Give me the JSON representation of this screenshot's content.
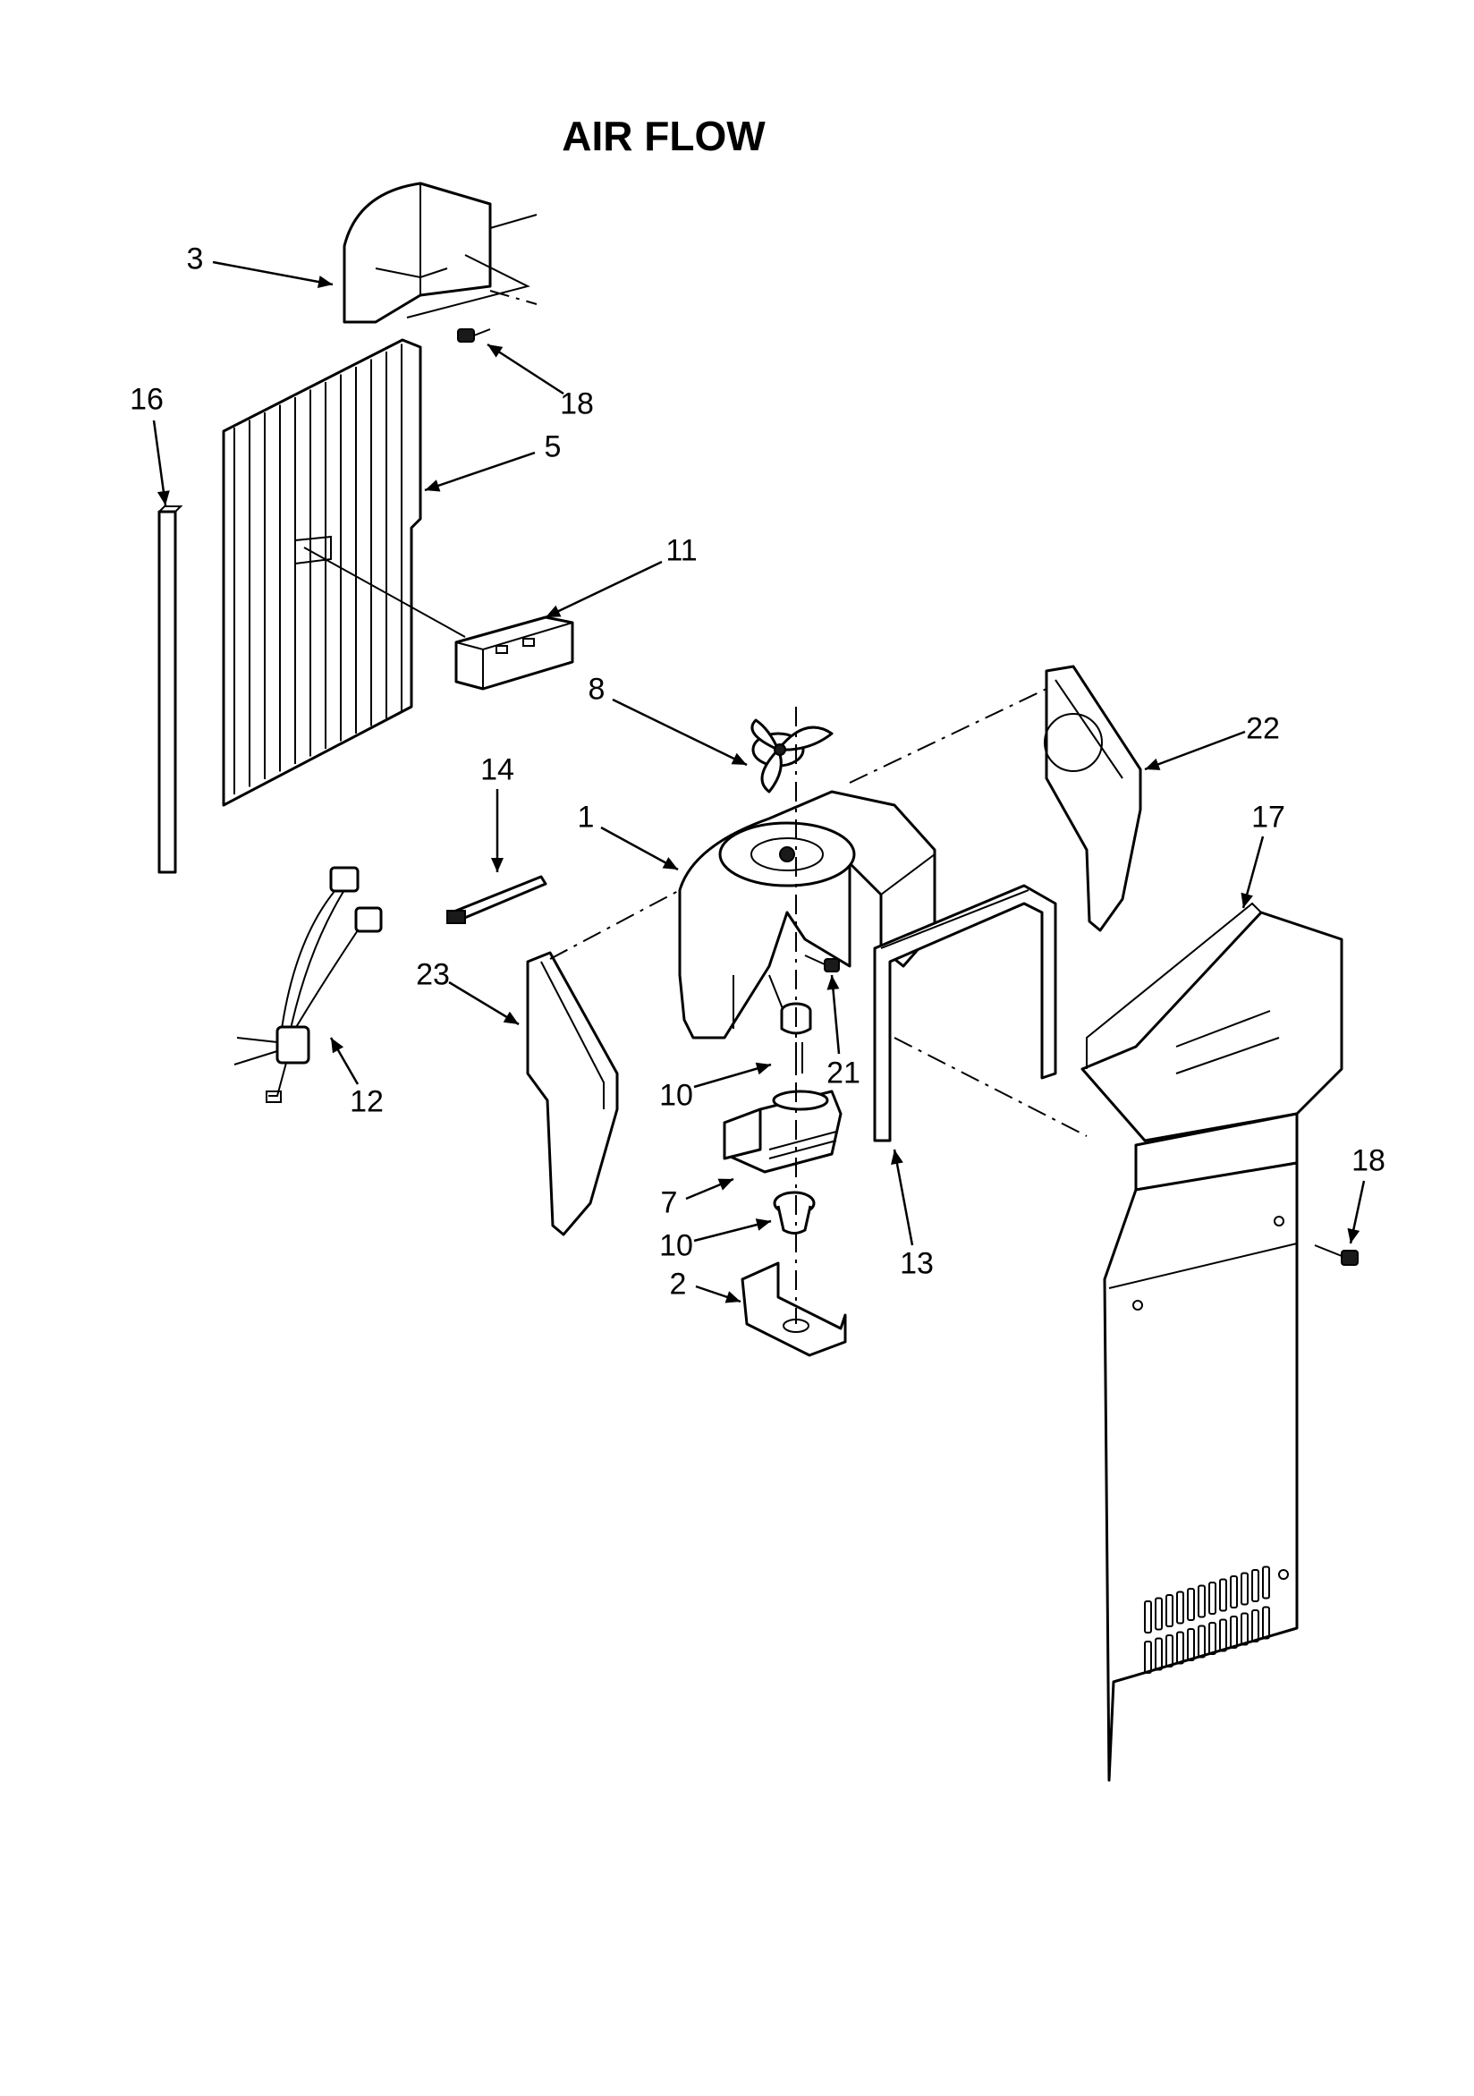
{
  "title": "AIR FLOW",
  "callouts": [
    {
      "id": "c3",
      "label": "3"
    },
    {
      "id": "c18a",
      "label": "18"
    },
    {
      "id": "c16",
      "label": "16"
    },
    {
      "id": "c5",
      "label": "5"
    },
    {
      "id": "c11",
      "label": "11"
    },
    {
      "id": "c8",
      "label": "8"
    },
    {
      "id": "c22",
      "label": "22"
    },
    {
      "id": "c14",
      "label": "14"
    },
    {
      "id": "c1",
      "label": "1"
    },
    {
      "id": "c17",
      "label": "17"
    },
    {
      "id": "c23",
      "label": "23"
    },
    {
      "id": "c12",
      "label": "12"
    },
    {
      "id": "c10a",
      "label": "10"
    },
    {
      "id": "c21",
      "label": "21"
    },
    {
      "id": "c7",
      "label": "7"
    },
    {
      "id": "c10b",
      "label": "10"
    },
    {
      "id": "c13",
      "label": "13"
    },
    {
      "id": "c18b",
      "label": "18"
    },
    {
      "id": "c2",
      "label": "2"
    }
  ]
}
